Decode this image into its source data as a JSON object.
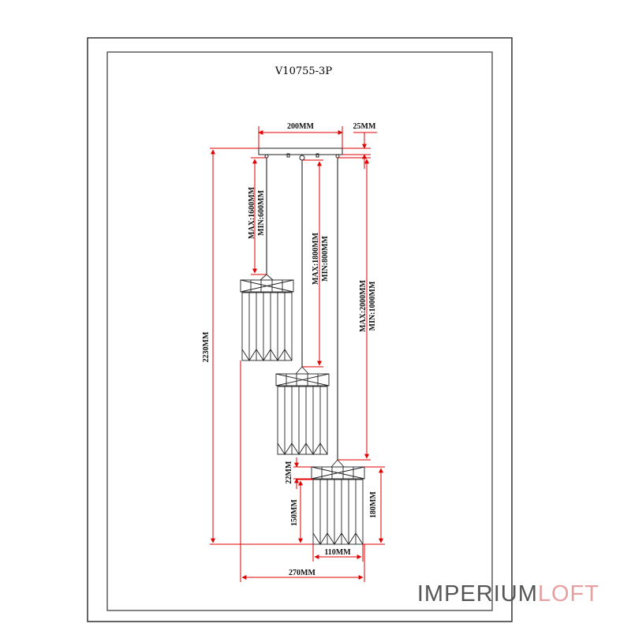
{
  "model": "V10755-3P",
  "brand": {
    "part1": "IMPERIUM",
    "part2": "LOFT",
    "color1": "#555555",
    "color2": "#e8a0a0"
  },
  "dims": {
    "canopy_width": "200MM",
    "canopy_height": "25MM",
    "total_height": "2230MM",
    "cord1_max": "MAX:1600MM",
    "cord1_min": "MIN:600MM",
    "cord2_max": "MAX:1800MM",
    "cord2_min": "MIN:800MM",
    "cord3_max": "MAX:2000MM",
    "cord3_min": "MIN:1000MM",
    "cap_height": "22MM",
    "shade_height": "150MM",
    "lamp_height": "180MM",
    "shade_width": "110MM",
    "total_width": "270MM"
  },
  "colors": {
    "dimension": "#e00000",
    "line": "#222222",
    "frame": "#333333"
  }
}
